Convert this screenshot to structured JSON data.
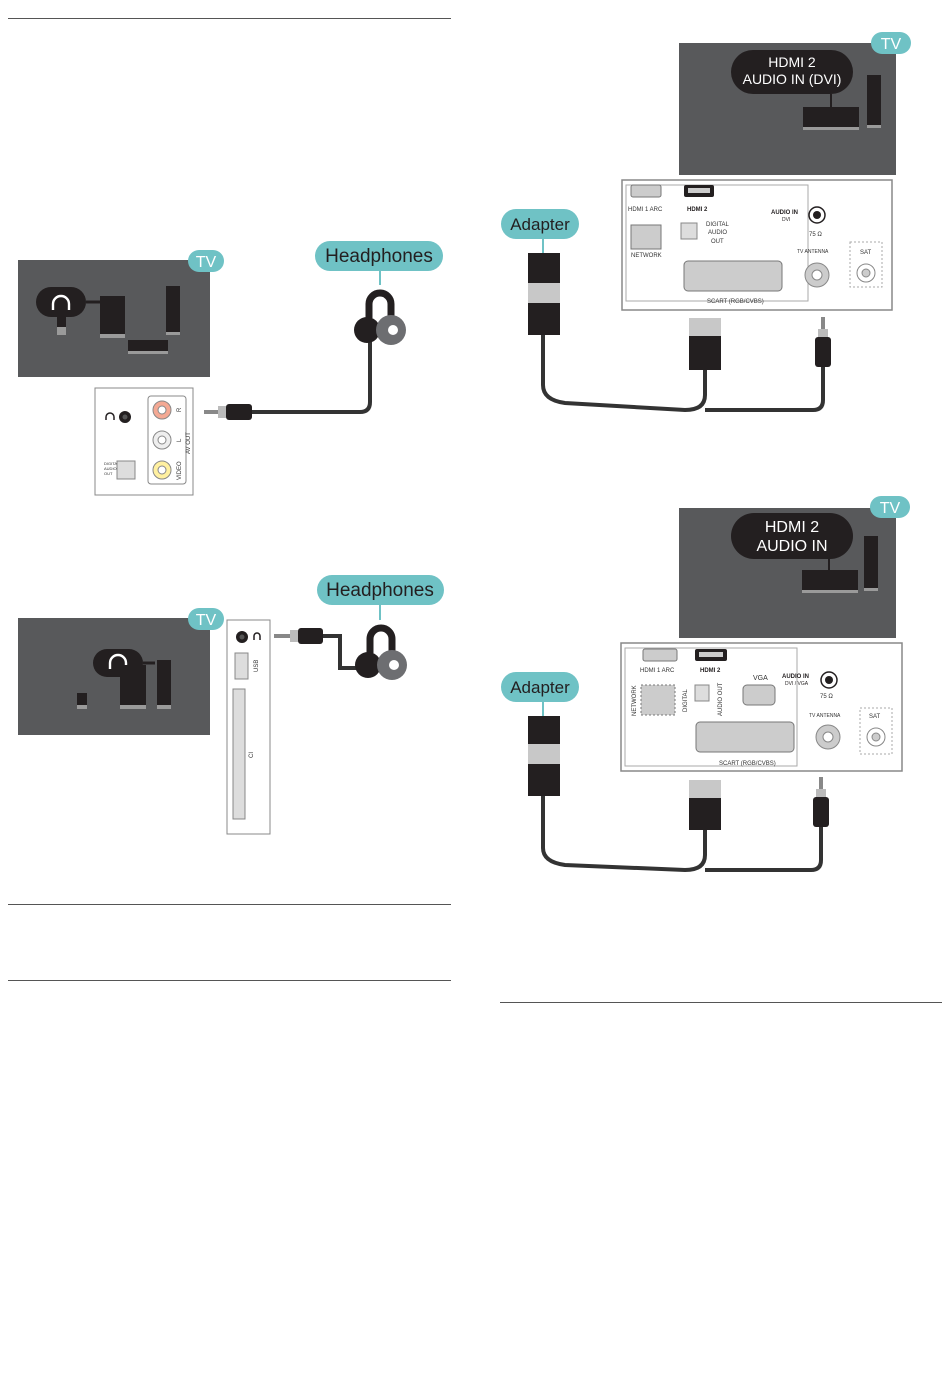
{
  "colors": {
    "tv_body": "#58595b",
    "badge_teal": "#6fc2c5",
    "jack_black": "#231f20",
    "cable": "#333333",
    "panel_border": "#888888",
    "panel_text": "#333333",
    "rca_red": "#f4a994",
    "rca_yellow": "#fff0a0"
  },
  "fig1": {
    "tv_badge": "TV",
    "device_label": "Headphones",
    "panel_tags": {
      "r": "R",
      "l": "L",
      "video": "VIDEO",
      "av_out": "AV OUT",
      "digital": "DIGITAL",
      "audio": "AUDIO",
      "out": "OUT"
    }
  },
  "fig2": {
    "tv_badge": "TV",
    "device_label": "Headphones",
    "usb": "USB",
    "ci": "CI"
  },
  "fig3": {
    "tv_badge": "TV",
    "callout_line1": "HDMI 2",
    "callout_line2": "AUDIO IN (DVI)",
    "adapter_label": "Adapter",
    "ports": {
      "hdmi1": "HDMI 1 ARC",
      "hdmi2": "HDMI 2",
      "digital": "DIGITAL",
      "audio": "AUDIO",
      "out": "OUT",
      "audio_in": "AUDIO IN",
      "dvi": "DVI",
      "ohm": "75 Ω",
      "tv_antenna": "TV ANTENNA",
      "sat": "SAT",
      "network": "NETWORK",
      "scart": "SCART (RGB/CVBS)"
    }
  },
  "fig4": {
    "tv_badge": "TV",
    "callout_line1": "HDMI 2",
    "callout_line2": "AUDIO IN",
    "adapter_label": "Adapter",
    "ports": {
      "hdmi1": "HDMI 1 ARC",
      "hdmi2": "HDMI 2",
      "vga": "VGA",
      "audio_in": "AUDIO IN",
      "dvi_vga": "DVI / VGA",
      "ohm": "75 Ω",
      "tv_antenna": "TV ANTENNA",
      "sat": "SAT",
      "network": "NETWORK",
      "digital": "DIGITAL",
      "audio_out": "AUDIO OUT",
      "scart": "SCART (RGB/CVBS)"
    }
  }
}
